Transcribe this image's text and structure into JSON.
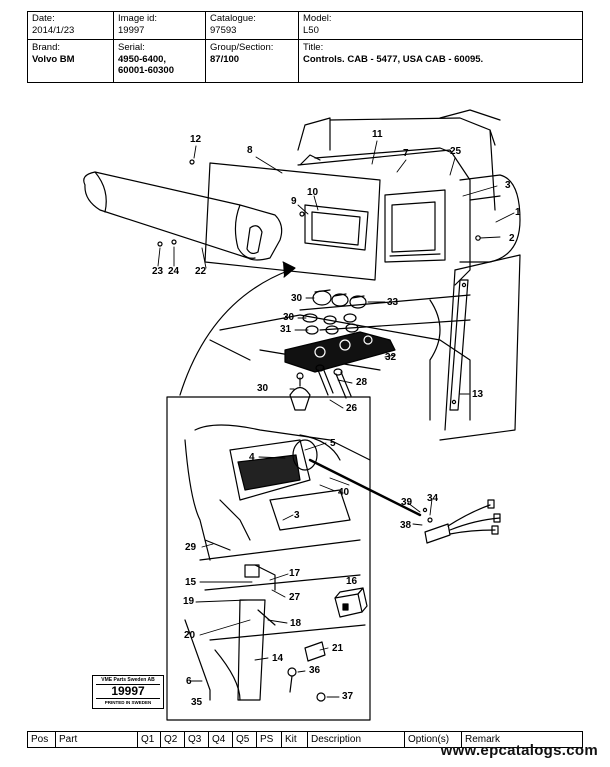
{
  "header": {
    "date_label": "Date:",
    "date_value": "2014/1/23",
    "image_id_label": "Image id:",
    "image_id_value": "19997",
    "catalogue_label": "Catalogue:",
    "catalogue_value": "97593",
    "model_label": "Model:",
    "model_value": "L50",
    "brand_label": "Brand:",
    "brand_value": "Volvo BM",
    "serial_label": "Serial:",
    "serial_value_1": "4950-6400,",
    "serial_value_2": "60001-60300",
    "group_label": "Group/Section:",
    "group_value": "87/100",
    "title_label": "Title:",
    "title_value": "Controls. CAB - 5477, USA CAB - 60095."
  },
  "diagram": {
    "callouts": [
      "1",
      "2",
      "3",
      "3",
      "4",
      "5",
      "6",
      "7",
      "8",
      "9",
      "10",
      "11",
      "12",
      "13",
      "14",
      "15",
      "16",
      "17",
      "18",
      "19",
      "20",
      "21",
      "22",
      "23",
      "24",
      "25",
      "26",
      "27",
      "28",
      "29",
      "30",
      "30",
      "30",
      "31",
      "32",
      "33",
      "34",
      "35",
      "36",
      "37",
      "38",
      "39",
      "40"
    ]
  },
  "stamp": {
    "line1": "VME Parts Sweden AB",
    "number": "19997",
    "line3": "PRINTED IN SWEDEN"
  },
  "footer": {
    "columns": [
      "Pos",
      "Part",
      "Q1",
      "Q2",
      "Q3",
      "Q4",
      "Q5",
      "PS",
      "Kit",
      "Description",
      "Option(s)",
      "Remark"
    ]
  },
  "watermark": "www.epcatalogs.com"
}
